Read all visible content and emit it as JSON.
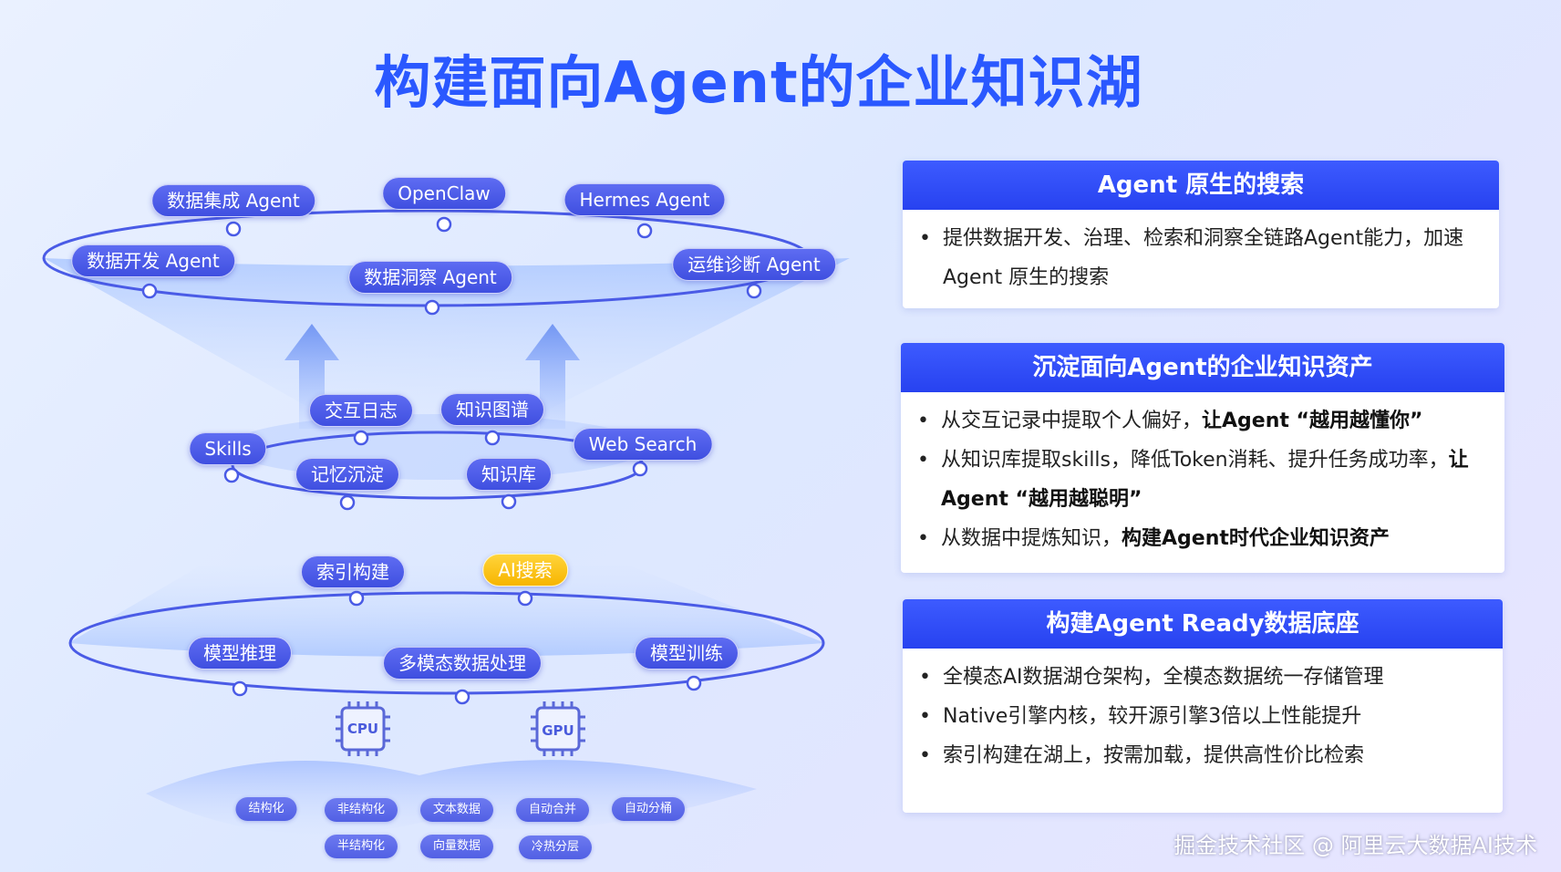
{
  "title": "构建面向Agent的企业知识湖",
  "top_ring": {
    "items": [
      "数据集成 Agent",
      "OpenClaw",
      "Hermes Agent",
      "数据开发 Agent",
      "数据洞察 Agent",
      "运维诊断 Agent"
    ]
  },
  "middle_ring": {
    "items": [
      "交互日志",
      "知识图谱",
      "Skills",
      "Web Search",
      "记忆沉淀",
      "知识库"
    ]
  },
  "lower_ring": {
    "items": [
      "索引构建",
      "AI搜索",
      "模型推理",
      "多模态数据处理",
      "模型训练"
    ]
  },
  "chips": {
    "cpu": "CPU",
    "gpu": "GPU"
  },
  "base_chips": [
    "结构化",
    "非结构化",
    "文本数据",
    "自动合并",
    "自动分桶",
    "半结构化",
    "向量数据",
    "冷热分层"
  ],
  "panels": [
    {
      "head": "Agent 原生的搜索",
      "items": [
        {
          "pre": "提供数据开发、治理、检索和洞察全链路Agent能力，加速Agent 原生的搜索",
          "bold": ""
        }
      ]
    },
    {
      "head": "沉淀面向Agent的企业知识资产",
      "items": [
        {
          "pre": "从交互记录中提取个人偏好，",
          "bold": "让Agent “越用越懂你”"
        },
        {
          "pre": "从知识库提取skills，降低Token消耗、提升任务成功率，",
          "bold": "让Agent “越用越聪明”"
        },
        {
          "pre": "从数据中提炼知识，",
          "bold": "构建Agent时代企业知识资产"
        }
      ]
    },
    {
      "head": "构建Agent Ready数据底座",
      "items": [
        {
          "pre": "全模态AI数据湖仓架构，全模态数据统一存储管理",
          "bold": ""
        },
        {
          "pre": "Native引擎内核，较开源引擎3倍以上性能提升",
          "bold": ""
        },
        {
          "pre": "索引构建在湖上，按需加载，提供高性价比检索",
          "bold": ""
        }
      ]
    }
  ],
  "watermark": "掘金技术社区 @ 阿里云大数据AI技术",
  "colors": {
    "title": "#2a58ff",
    "pill": "#4f5de8",
    "pill_highlight": "#f7b500",
    "panel_head": "#3050f8",
    "ring": "#4a5be6"
  }
}
